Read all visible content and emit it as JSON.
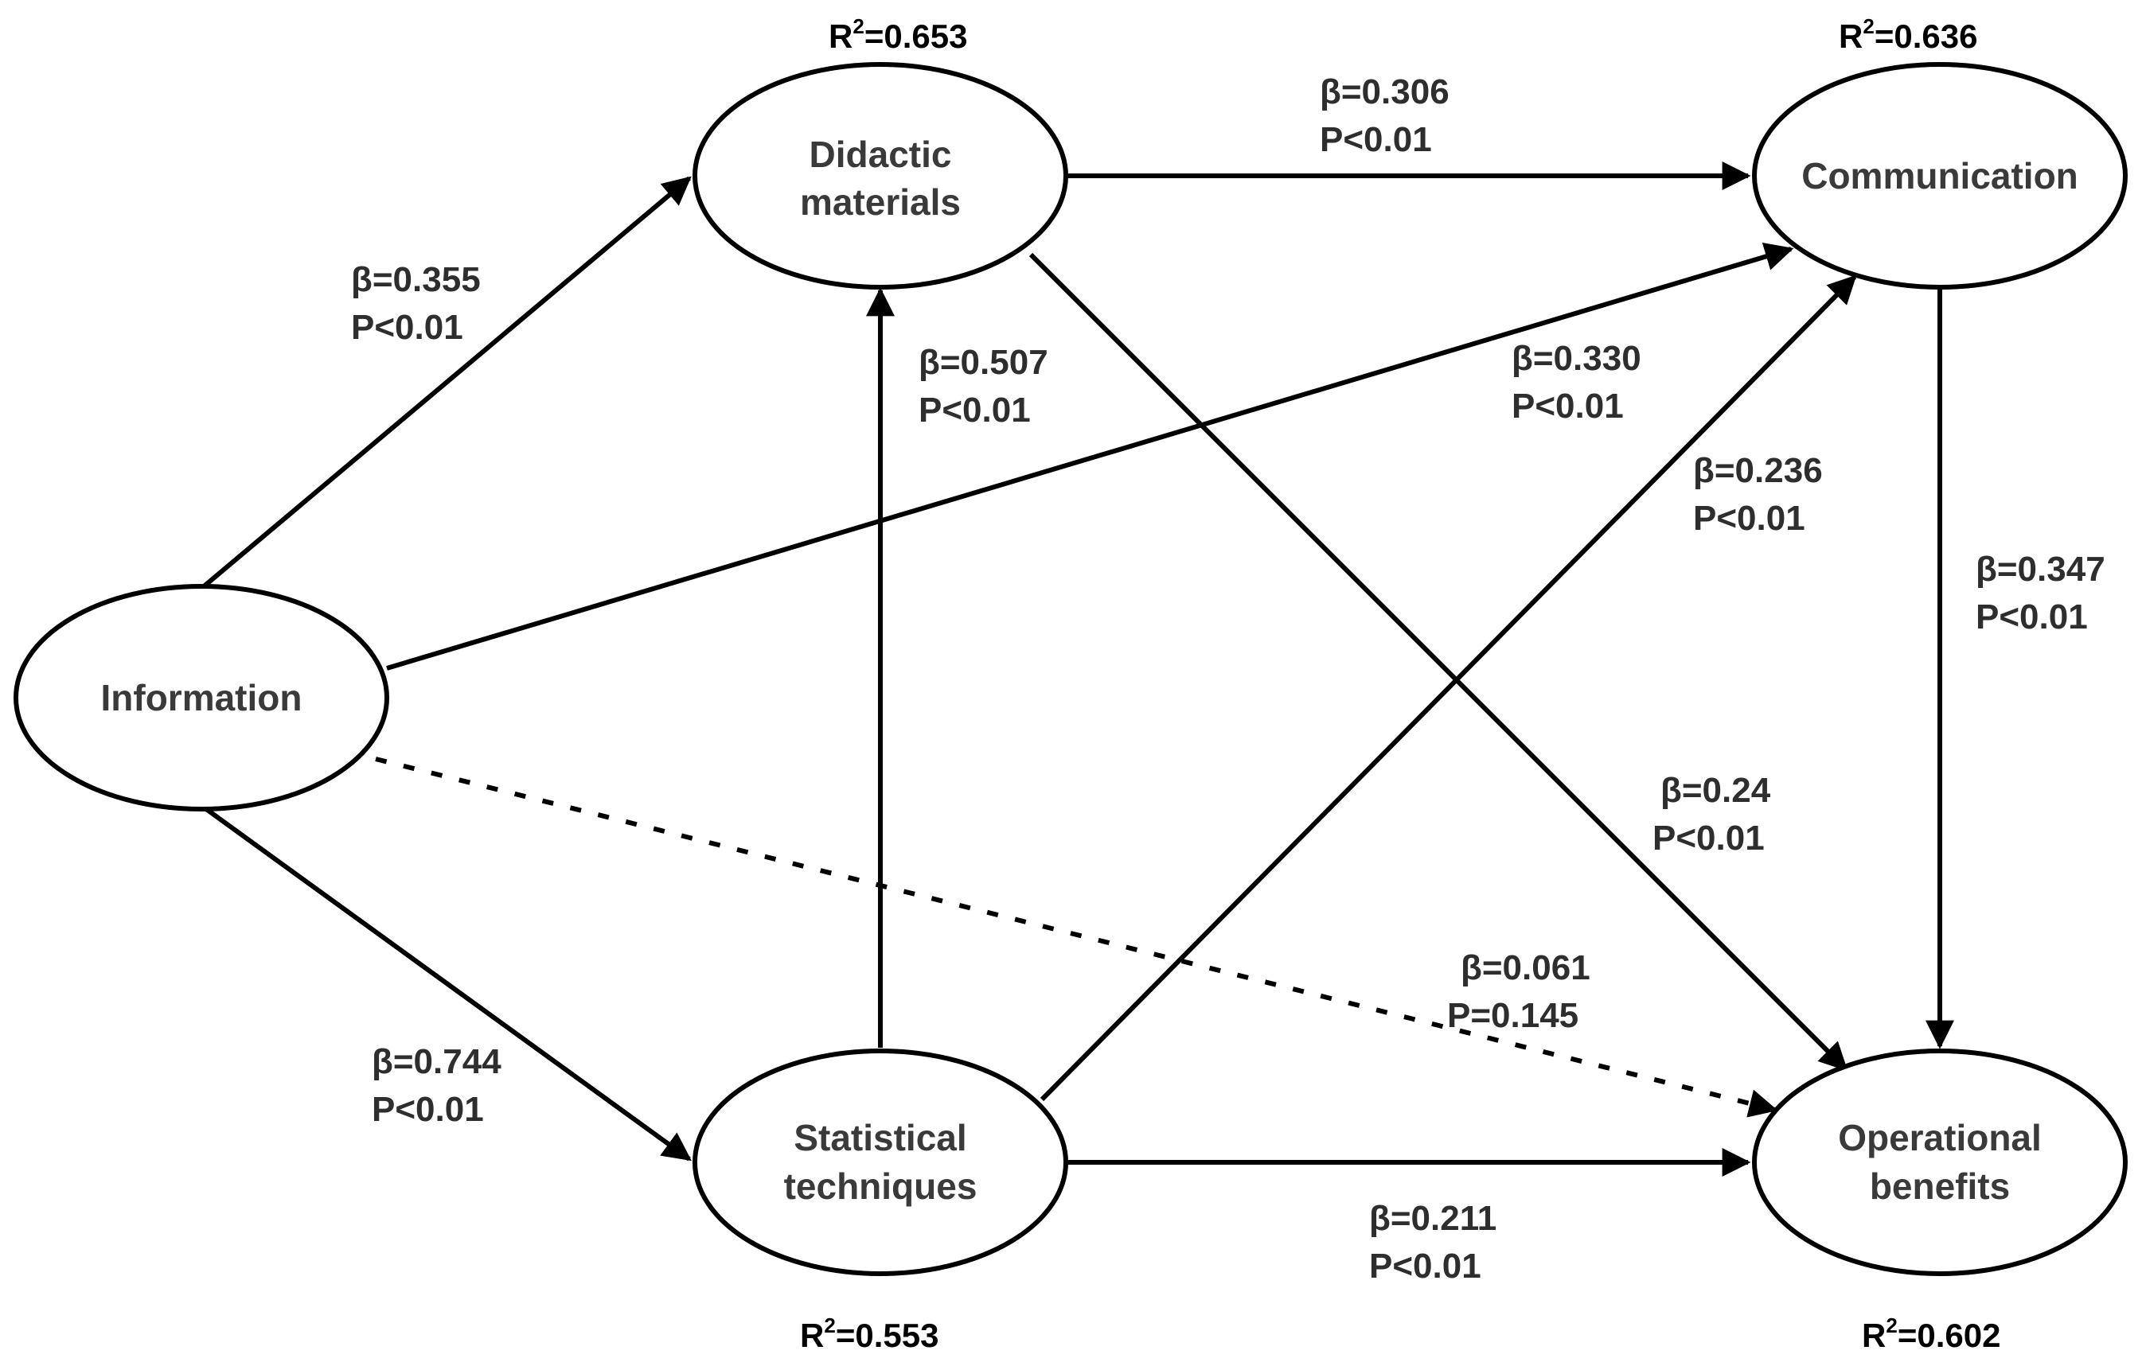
{
  "nodes": {
    "information": {
      "lines": [
        "Information"
      ]
    },
    "didactic": {
      "lines": [
        "Didactic",
        "materials"
      ]
    },
    "statistical": {
      "lines": [
        "Statistical",
        "techniques"
      ]
    },
    "communication": {
      "lines": [
        "Communication"
      ]
    },
    "operational": {
      "lines": [
        "Operational",
        "benefits"
      ]
    }
  },
  "r_squared": {
    "didactic": {
      "symbol": "R",
      "exp": "2",
      "value": "=0.653"
    },
    "communication": {
      "symbol": "R",
      "exp": "2",
      "value": "=0.636"
    },
    "statistical": {
      "symbol": "R",
      "exp": "2",
      "value": "=0.553"
    },
    "operational": {
      "symbol": "R",
      "exp": "2",
      "value": "=0.602"
    }
  },
  "paths": [
    {
      "from": "Information",
      "to": "Didactic materials",
      "beta": "β=0.355",
      "p": "P<0.01",
      "style": "solid"
    },
    {
      "from": "Information",
      "to": "Statistical techniques",
      "beta": "β=0.744",
      "p": "P<0.01",
      "style": "solid"
    },
    {
      "from": "Information",
      "to": "Communication",
      "beta": "β=0.330",
      "p": "P<0.01",
      "style": "solid"
    },
    {
      "from": "Information",
      "to": "Operational benefits",
      "beta": "β=0.061",
      "p": "P=0.145",
      "style": "dashed"
    },
    {
      "from": "Statistical techniques",
      "to": "Didactic materials",
      "beta": "β=0.507",
      "p": "P<0.01",
      "style": "solid"
    },
    {
      "from": "Didactic materials",
      "to": "Communication",
      "beta": "β=0.306",
      "p": "P<0.01",
      "style": "solid"
    },
    {
      "from": "Didactic materials",
      "to": "Operational benefits",
      "beta": "β=0.24",
      "p": "P<0.01",
      "style": "solid"
    },
    {
      "from": "Statistical techniques",
      "to": "Communication",
      "beta": "β=0.236",
      "p": "P<0.01",
      "style": "solid"
    },
    {
      "from": "Statistical techniques",
      "to": "Operational benefits",
      "beta": "β=0.211",
      "p": "P<0.01",
      "style": "solid"
    },
    {
      "from": "Communication",
      "to": "Operational benefits",
      "beta": "β=0.347",
      "p": "P<0.01",
      "style": "solid"
    }
  ]
}
